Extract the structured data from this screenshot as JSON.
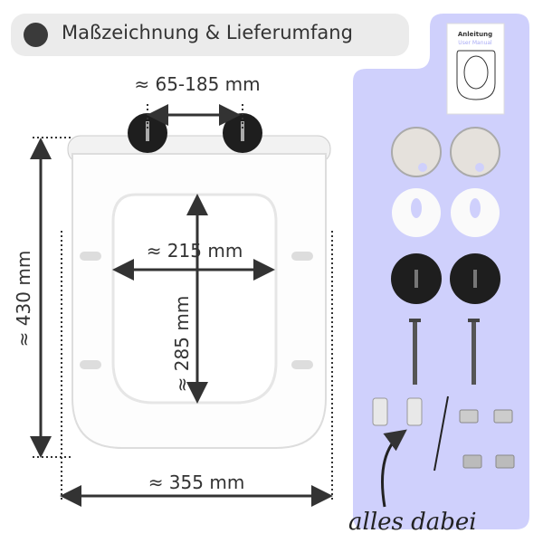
{
  "header": {
    "title": "Maßzeichnung & Lieferumfang"
  },
  "dimensions": {
    "hinge_spacing": "≈ 65-185 mm",
    "height": "≈ 430 mm",
    "width": "≈ 355 mm",
    "inner_width": "≈ 215 mm",
    "inner_length": "≈ 285 mm"
  },
  "manual": {
    "title": "Anleitung",
    "subtitle": "User Manual"
  },
  "annotation": "alles dabei",
  "colors": {
    "panel": "#cfd0fc",
    "header_bg": "#ebebeb",
    "text": "#333333",
    "manual_subtitle": "#a9abf5"
  }
}
